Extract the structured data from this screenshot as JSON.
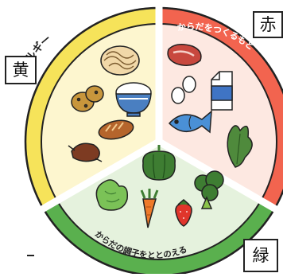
{
  "labels": {
    "yellow_tag": "黄",
    "red_tag": "赤",
    "green_tag": "緑"
  },
  "sections": {
    "yellow": {
      "caption": "エネルギー",
      "foods": [
        "pasta-noodles",
        "rice-bowl",
        "potatoes",
        "bread",
        "sweet-potato"
      ]
    },
    "red": {
      "caption": "からだをつくるもと",
      "foods": [
        "meat",
        "eggs",
        "milk-carton",
        "fish",
        "seaweed"
      ]
    },
    "green": {
      "caption": "からだの調子をととのえる",
      "foods": [
        "green-pepper",
        "lettuce",
        "carrot",
        "strawberry",
        "broccoli"
      ]
    }
  },
  "colors": {
    "yellow_ring": "#f6e35a",
    "yellow_fill": "#fdf6cf",
    "red_ring": "#f2644f",
    "red_fill": "#fde8e1",
    "green_ring": "#5ab04e",
    "green_fill": "#e5f2dd",
    "divider": "#ffffff",
    "outline": "#222222"
  }
}
